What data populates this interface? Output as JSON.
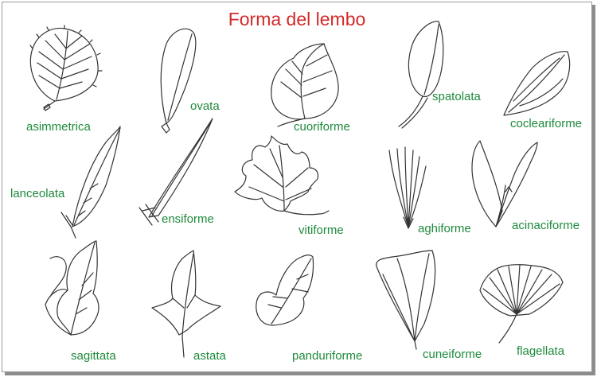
{
  "title": "Forma del lembo",
  "colors": {
    "title": "#d32a2a",
    "label": "#1e8a3c",
    "line": "#333333"
  },
  "leaves": [
    {
      "id": "asimmetrica",
      "label": "asimmetrica"
    },
    {
      "id": "ovata",
      "label": "ovata"
    },
    {
      "id": "cuoriforme",
      "label": "cuoriforme"
    },
    {
      "id": "spatolata",
      "label": "spatolata"
    },
    {
      "id": "cocleariforme",
      "label": "cocleariforme"
    },
    {
      "id": "lanceolata",
      "label": "lanceolata"
    },
    {
      "id": "ensiforme",
      "label": "ensiforme"
    },
    {
      "id": "vitiforme",
      "label": "vitiforme"
    },
    {
      "id": "aghiforme",
      "label": "aghiforme"
    },
    {
      "id": "acinaciforme",
      "label": "acinaciforme"
    },
    {
      "id": "sagittata",
      "label": "sagittata"
    },
    {
      "id": "astata",
      "label": "astata"
    },
    {
      "id": "panduriforme",
      "label": "panduriforme"
    },
    {
      "id": "cuneiforme",
      "label": "cuneiforme"
    },
    {
      "id": "flagellata",
      "label": "flagellata"
    }
  ]
}
